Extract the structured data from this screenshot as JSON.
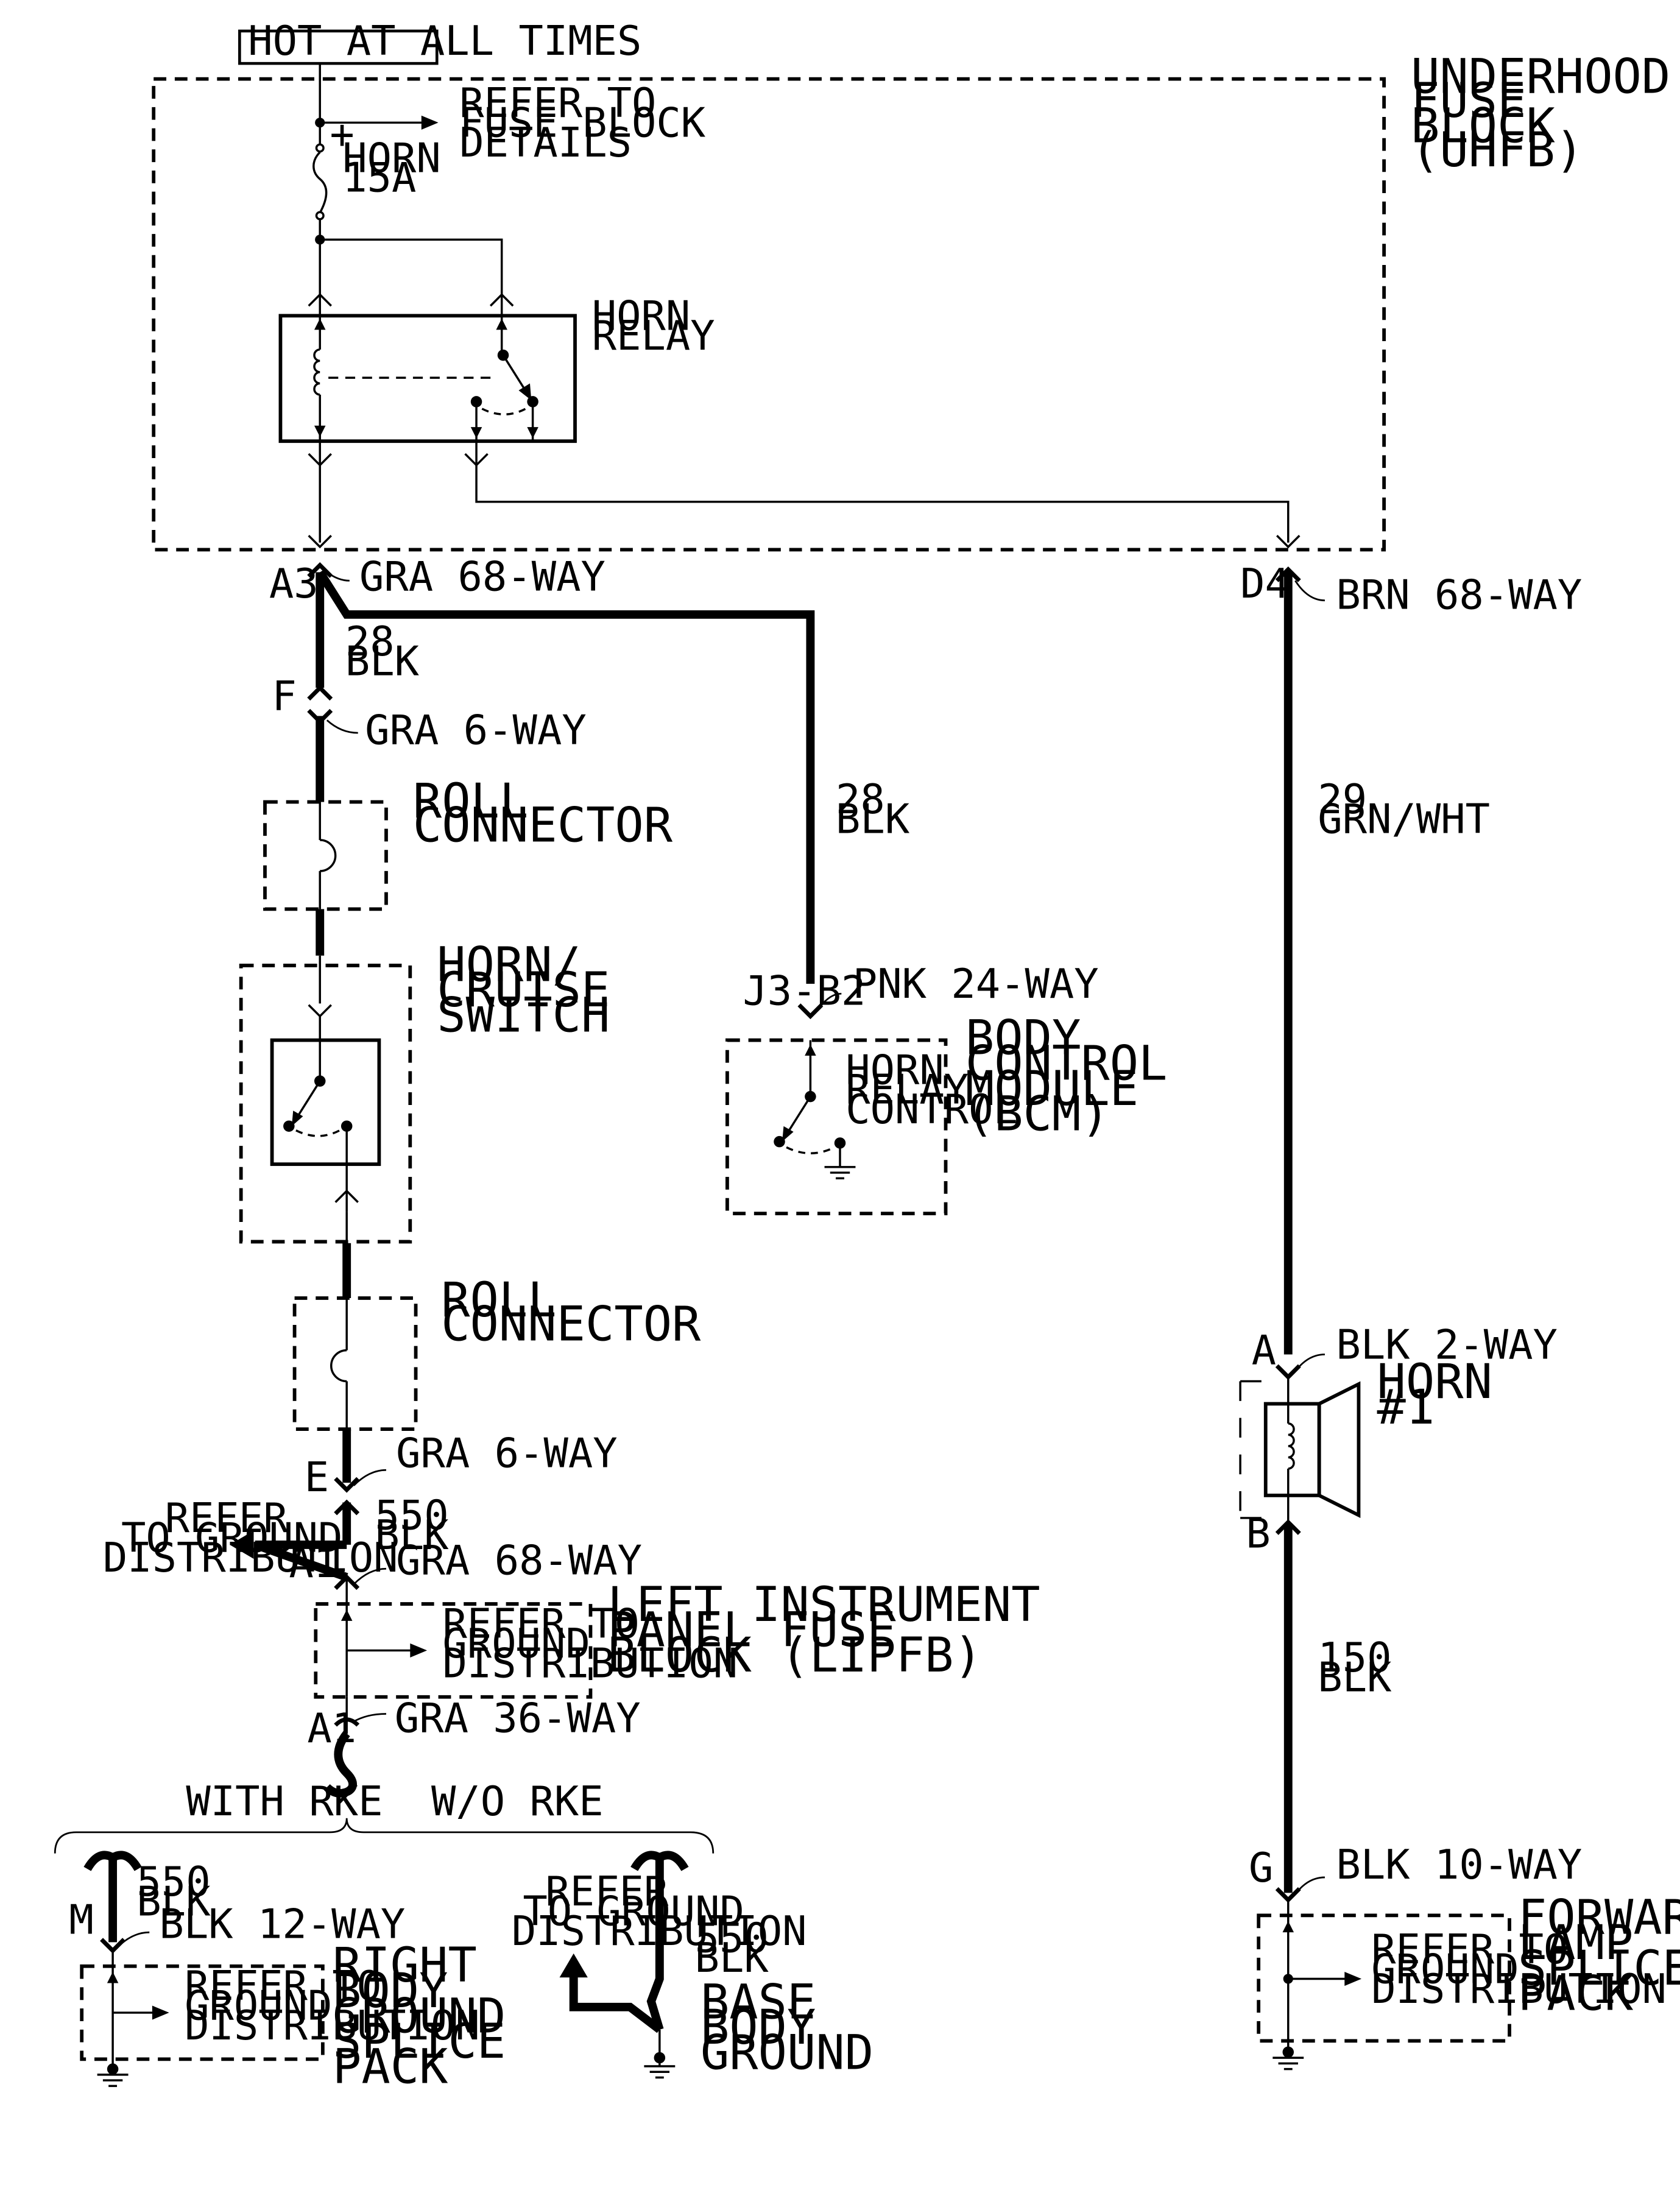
{
  "header": {
    "power_label": "HOT AT ALL TIMES"
  },
  "underhood_fuse_block": {
    "name_lines": [
      "UNDERHOOD",
      "FUSE",
      "BLOCK",
      "(UHFB)"
    ],
    "refer_lines": [
      "REFER TO",
      "FUSE BLOCK",
      "DETAILS"
    ],
    "fuse_plus": "+",
    "fuse_name": "HORN",
    "fuse_rating": "15A",
    "relay_lines": [
      "HORN",
      "RELAY"
    ]
  },
  "connectors": {
    "a3": {
      "pin": "A3",
      "desc": "GRA 68-WAY"
    },
    "d4": {
      "pin": "D4",
      "desc": "BRN 68-WAY"
    },
    "f": {
      "pin": "F",
      "desc": "GRA 6-WAY"
    },
    "j3b2": {
      "pin": "J3-B2",
      "desc": "PNK 24-WAY"
    },
    "a_horn": {
      "pin": "A",
      "desc": "BLK 2-WAY"
    },
    "b_horn": {
      "pin": "B"
    },
    "e": {
      "pin": "E",
      "desc": "GRA 6-WAY"
    },
    "a1_68": {
      "pin": "A1",
      "desc": "GRA 68-WAY"
    },
    "a1_36": {
      "pin": "A1",
      "desc": "GRA 36-WAY"
    },
    "m": {
      "pin": "M",
      "desc": "BLK 12-WAY"
    },
    "g": {
      "pin": "G",
      "desc": "BLK 10-WAY"
    }
  },
  "wires": {
    "w28_upper": {
      "num": "28",
      "color": "BLK"
    },
    "w28_bcm": {
      "num": "28",
      "color": "BLK"
    },
    "w29": {
      "num": "29",
      "color": "GRN/WHT"
    },
    "w550_lipfb": {
      "num": "550",
      "color": "BLK"
    },
    "w550_rke": {
      "num": "550",
      "color": "BLK"
    },
    "w550_base": {
      "num": "550",
      "color": "BLK"
    },
    "w150": {
      "num": "150",
      "color": "BLK"
    }
  },
  "components": {
    "roll_connector_1": [
      "ROLL",
      "CONNECTOR"
    ],
    "horn_cruise_switch": [
      "HORN/",
      "CRUISE",
      "SWITCH"
    ],
    "roll_connector_2": [
      "ROLL",
      "CONNECTOR"
    ],
    "bcm": [
      "BODY",
      "CONTROL",
      "MODULE",
      "(BCM)"
    ],
    "bcm_inner": [
      "HORN",
      "RELAY",
      "CONTROL"
    ],
    "horn": [
      "HORN",
      "#1"
    ],
    "lipfb": [
      "LEFT INSTRUMENT",
      "PANEL FUSE",
      "BLOCK (LIPFB)"
    ],
    "right_body_ground": [
      "RIGHT",
      "BODY",
      "GROUND",
      "SPLICE",
      "PACK"
    ],
    "base_body_ground": [
      "BASE",
      "BODY",
      "GROUND"
    ],
    "forward_lamp": [
      "FORWARD",
      "LAMP",
      "SPLICE",
      "PACK"
    ]
  },
  "refer_ground": {
    "left_outer": [
      "REFER",
      "TO GROUND",
      "DISTRIBUTION"
    ],
    "lipfb_inner": [
      "REFER TO",
      "GROUND",
      "DISTRIBUTION"
    ],
    "right_body": [
      "REFER TO",
      "GROUND",
      "DISTRIBUTION"
    ],
    "base": [
      "REFER",
      "TO GROUND",
      "DISTRIBUTION"
    ],
    "forward": [
      "REFER TO",
      "GROUND",
      "DISTRIBUTION"
    ]
  },
  "options": {
    "with_rke": "WITH RKE",
    "without_rke": "W/O RKE"
  }
}
